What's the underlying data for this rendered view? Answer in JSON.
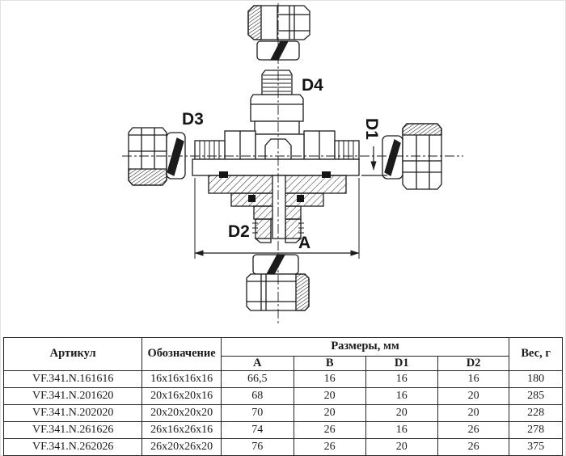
{
  "drawing": {
    "labels": {
      "d4": "D4",
      "d3": "D3",
      "d1": "D1",
      "d2": "D2",
      "a": "A"
    }
  },
  "table": {
    "col_article": "Артикул",
    "col_designation": "Обозначение",
    "col_dimensions": "Размеры, мм",
    "dim_cols": [
      "A",
      "B",
      "D1",
      "D2"
    ],
    "col_weight": "Вес, г",
    "rows": [
      [
        "VF.341.N.161616",
        "16x16x16x16",
        "66,5",
        "16",
        "16",
        "16",
        "180"
      ],
      [
        "VF.341.N.201620",
        "20x16x20x16",
        "68",
        "20",
        "16",
        "20",
        "285"
      ],
      [
        "VF.341.N.202020",
        "20x20x20x20",
        "70",
        "20",
        "20",
        "20",
        "228"
      ],
      [
        "VF.341.N.261626",
        "26x16x26x16",
        "74",
        "26",
        "16",
        "26",
        "278"
      ],
      [
        "VF.341.N.262026",
        "26x20x26x20",
        "76",
        "26",
        "20",
        "26",
        "375"
      ]
    ]
  },
  "colors": {
    "line": "#1b1b1b",
    "background": "#ffffff"
  }
}
